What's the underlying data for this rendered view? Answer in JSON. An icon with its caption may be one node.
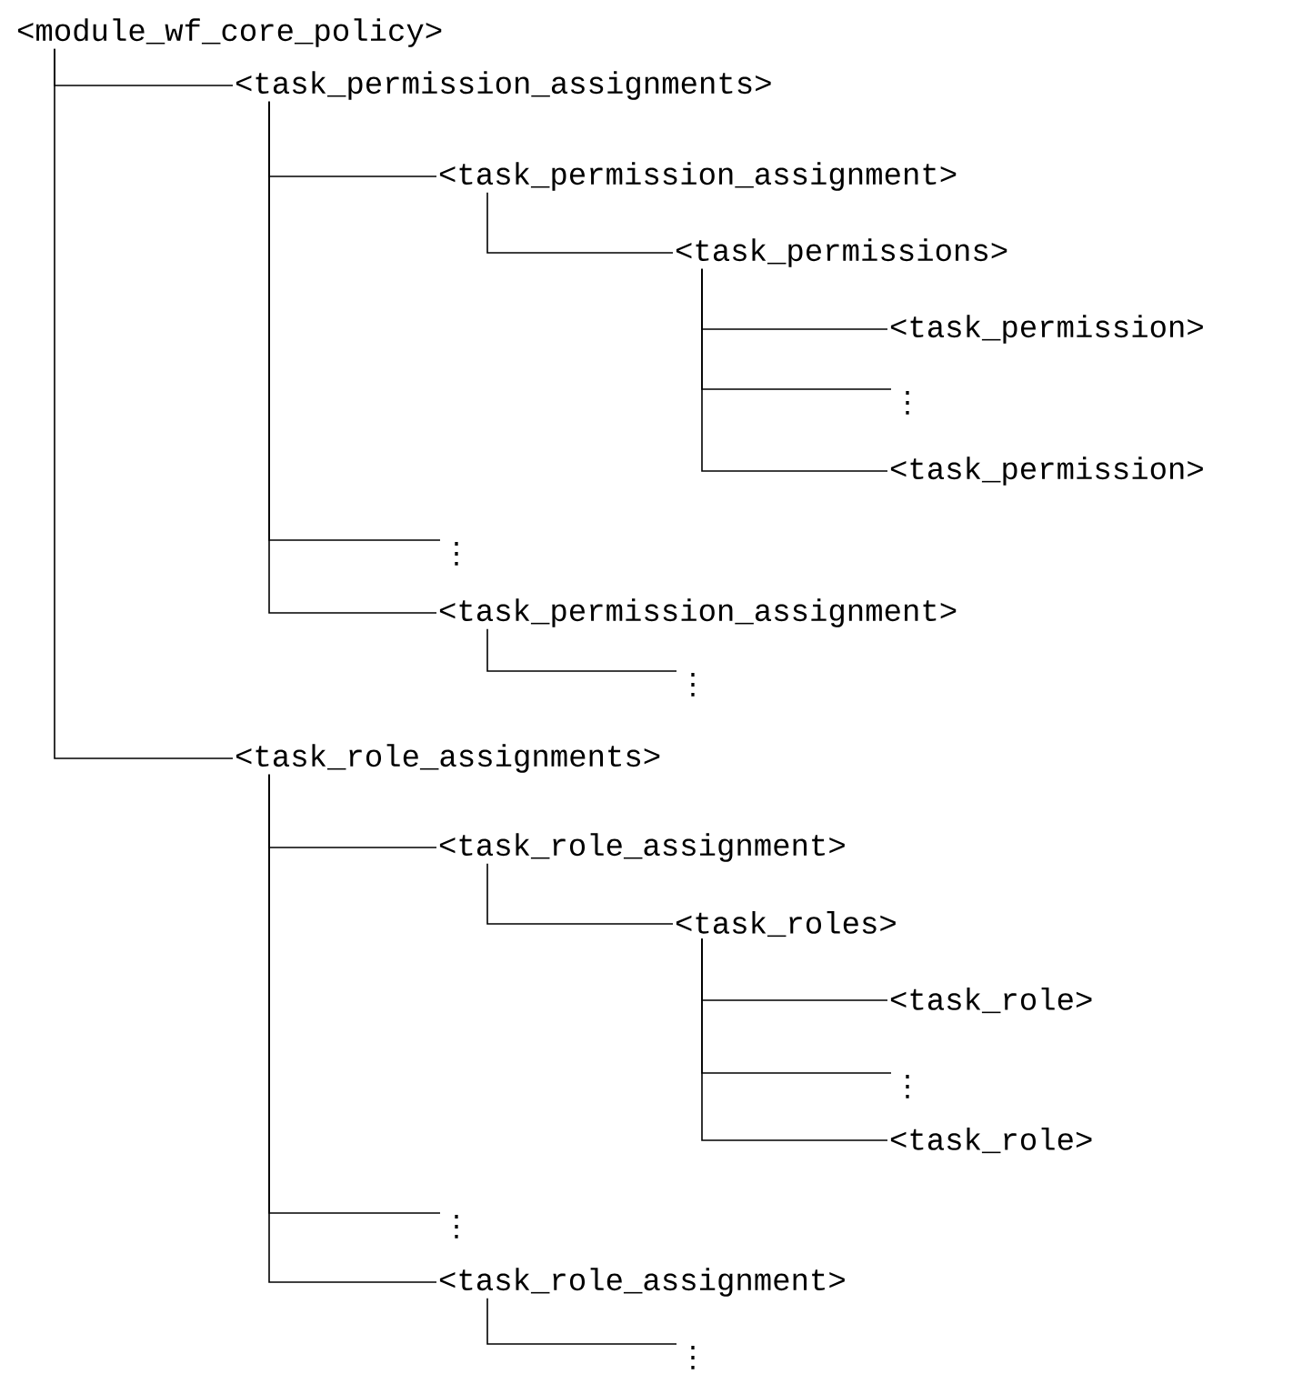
{
  "diagram": {
    "nodes": [
      {
        "text": [
          "<module_wf_core_policy>"
        ]
      },
      {
        "text": [
          "<task_permission_assignments>"
        ]
      },
      {
        "text": [
          "<task_permission_assignment>"
        ]
      },
      {
        "text": [
          "<task_permissions>"
        ]
      },
      {
        "text": [
          "<task_permission>"
        ]
      },
      {
        "text": [
          "⋮"
        ]
      },
      {
        "text": [
          "<task_permission>"
        ]
      },
      {
        "text": [
          "⋮"
        ]
      },
      {
        "text": [
          "<task_permission_assignment>"
        ]
      },
      {
        "text": [
          "⋮"
        ]
      },
      {
        "text": [
          "<task_role_assignments>"
        ]
      },
      {
        "text": [
          "<task_role_assignment>"
        ]
      },
      {
        "text": [
          "<task_roles>"
        ]
      },
      {
        "text": [
          "<task_role>"
        ]
      },
      {
        "text": [
          "⋮"
        ]
      },
      {
        "text": [
          "<task_role>"
        ]
      },
      {
        "text": [
          "⋮"
        ]
      },
      {
        "text": [
          "<task_role_assignment>"
        ]
      },
      {
        "text": [
          "⋮"
        ]
      }
    ],
    "edges": [
      {
        "from": 0,
        "to": 1,
        "arrow": "none"
      },
      {
        "from": 0,
        "to": 10,
        "arrow": "none"
      },
      {
        "from": 1,
        "to": 2,
        "arrow": "none"
      },
      {
        "from": 1,
        "to": 7,
        "arrow": "none"
      },
      {
        "from": 1,
        "to": 8,
        "arrow": "none"
      },
      {
        "from": 2,
        "to": 3,
        "arrow": "none"
      },
      {
        "from": 3,
        "to": 4,
        "arrow": "none"
      },
      {
        "from": 3,
        "to": 5,
        "arrow": "none"
      },
      {
        "from": 3,
        "to": 6,
        "arrow": "none"
      },
      {
        "from": 8,
        "to": 9,
        "arrow": "none"
      },
      {
        "from": 10,
        "to": 11,
        "arrow": "none"
      },
      {
        "from": 10,
        "to": 16,
        "arrow": "none"
      },
      {
        "from": 10,
        "to": 17,
        "arrow": "none"
      },
      {
        "from": 11,
        "to": 12,
        "arrow": "none"
      },
      {
        "from": 12,
        "to": 13,
        "arrow": "none"
      },
      {
        "from": 12,
        "to": 14,
        "arrow": "none"
      },
      {
        "from": 12,
        "to": 15,
        "arrow": "none"
      },
      {
        "from": 17,
        "to": 18,
        "arrow": "none"
      }
    ]
  }
}
